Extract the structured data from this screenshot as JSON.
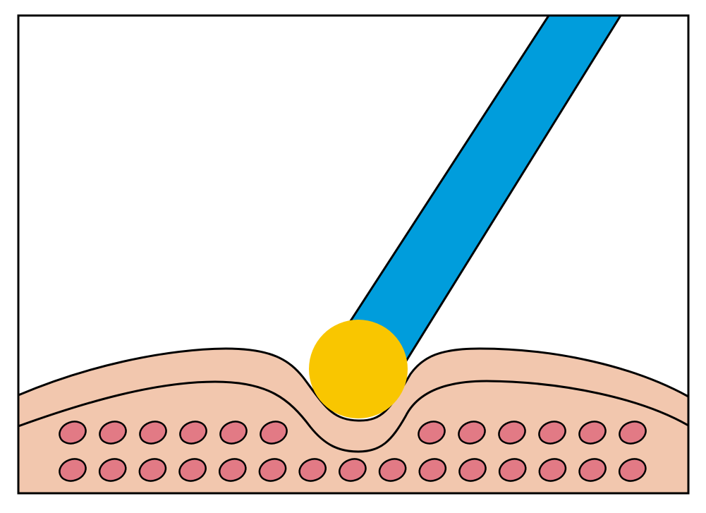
{
  "colors": {
    "background": "#ffffff",
    "frame": "#000000",
    "probe_shaft": "#009ddc",
    "probe_tip": "#f9c600",
    "skin_tissue": "#f2c7ae",
    "cell": "#e27a85"
  },
  "scene": {
    "probe": {
      "icon": "probe-icon"
    },
    "tip": {
      "icon": "ball-tip-icon"
    },
    "cell_rows": [
      {
        "count": 12,
        "gap_after": 6
      },
      {
        "count": 15,
        "gap_after": null
      }
    ]
  }
}
